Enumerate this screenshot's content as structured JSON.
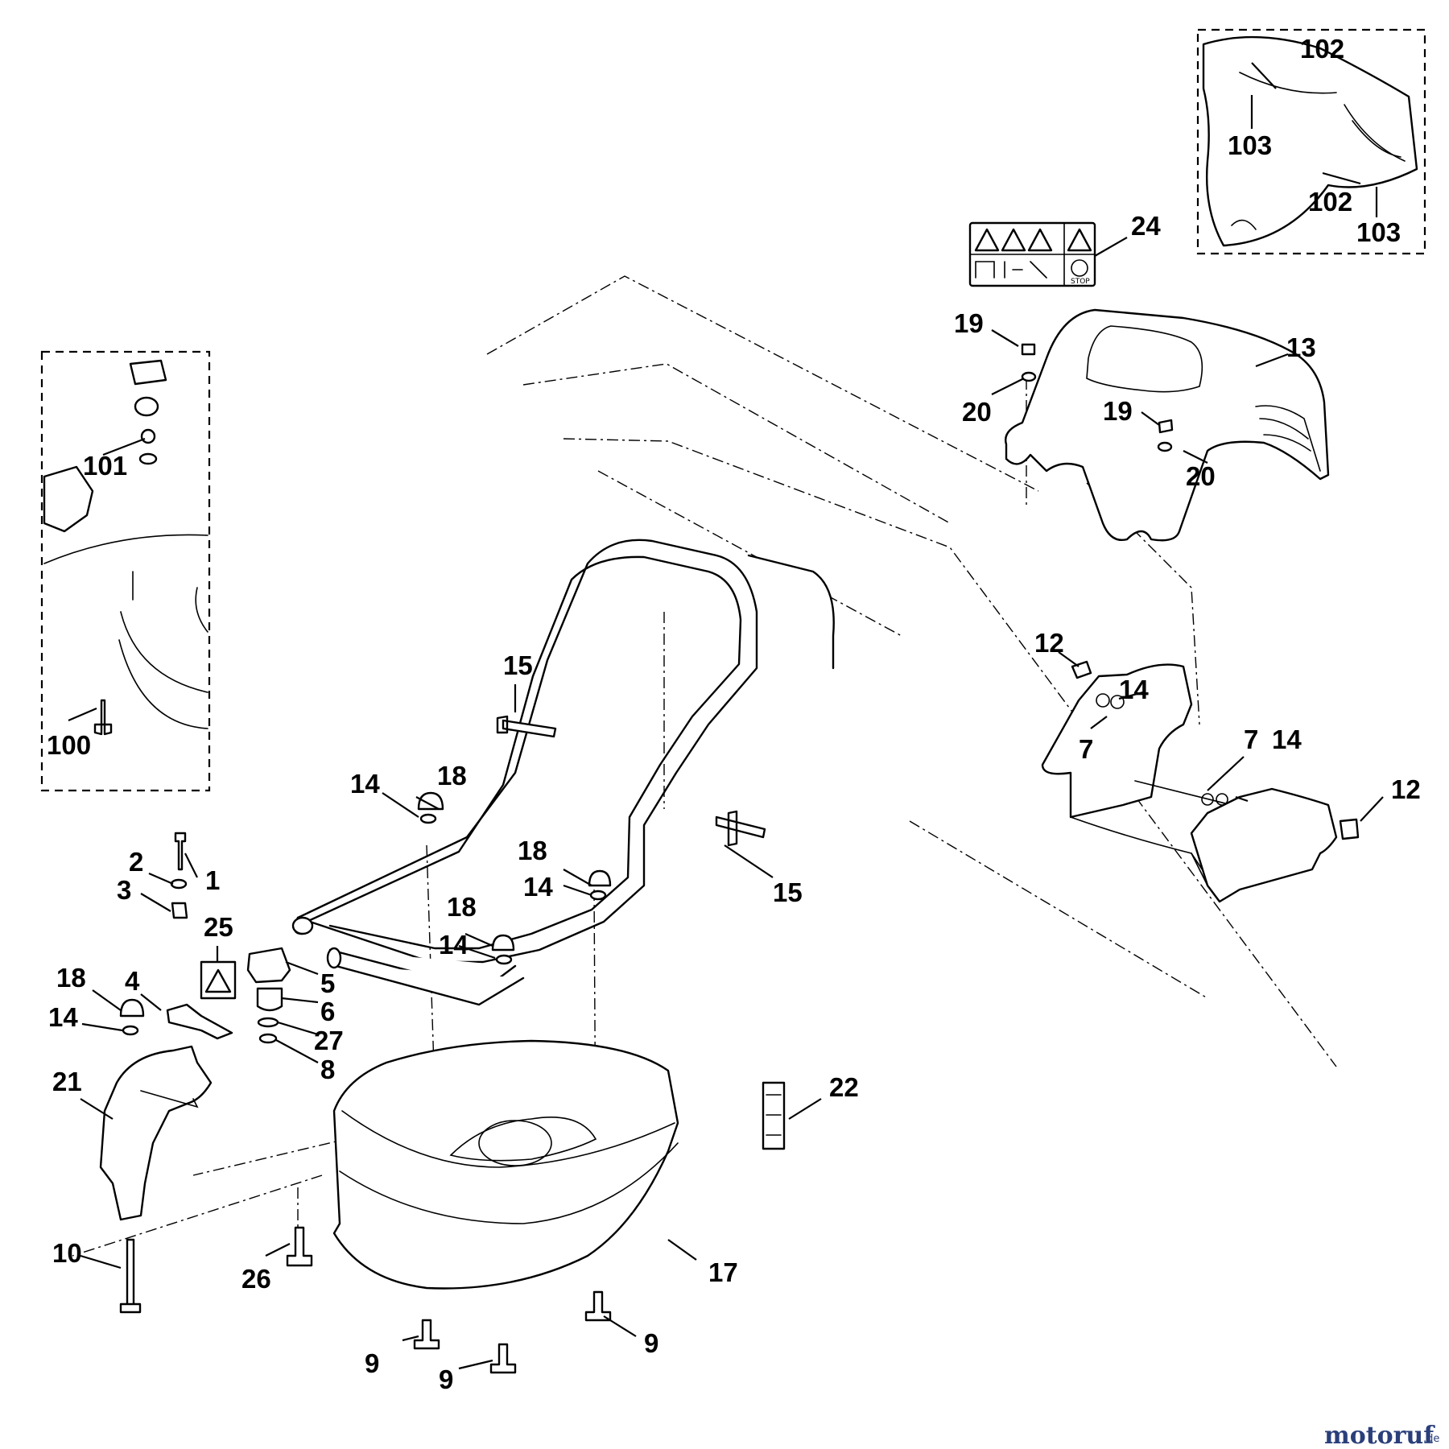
{
  "watermark": {
    "brand": "motoruf",
    "tld": ".de"
  },
  "decal_stop_text": "STOP",
  "callouts": {
    "c1": "1",
    "c2": "2",
    "c3": "3",
    "c4": "4",
    "c5": "5",
    "c6": "6",
    "c7a": "7",
    "c7b": "7",
    "c8": "8",
    "c9a": "9",
    "c9b": "9",
    "c9c": "9",
    "c10": "10",
    "c12a": "12",
    "c12b": "12",
    "c13": "13",
    "c14a": "14",
    "c14b": "14",
    "c14c": "14",
    "c14d": "14",
    "c14e": "14",
    "c14f": "14",
    "c15a": "15",
    "c15b": "15",
    "c17": "17",
    "c18a": "18",
    "c18b": "18",
    "c18c": "18",
    "c18d": "18",
    "c19a": "19",
    "c19b": "19",
    "c20a": "20",
    "c20b": "20",
    "c21": "21",
    "c22": "22",
    "c24": "24",
    "c25": "25",
    "c26": "26",
    "c27": "27",
    "c100": "100",
    "c101": "101",
    "c102a": "102",
    "c102b": "102",
    "c103a": "103",
    "c103b": "103"
  }
}
